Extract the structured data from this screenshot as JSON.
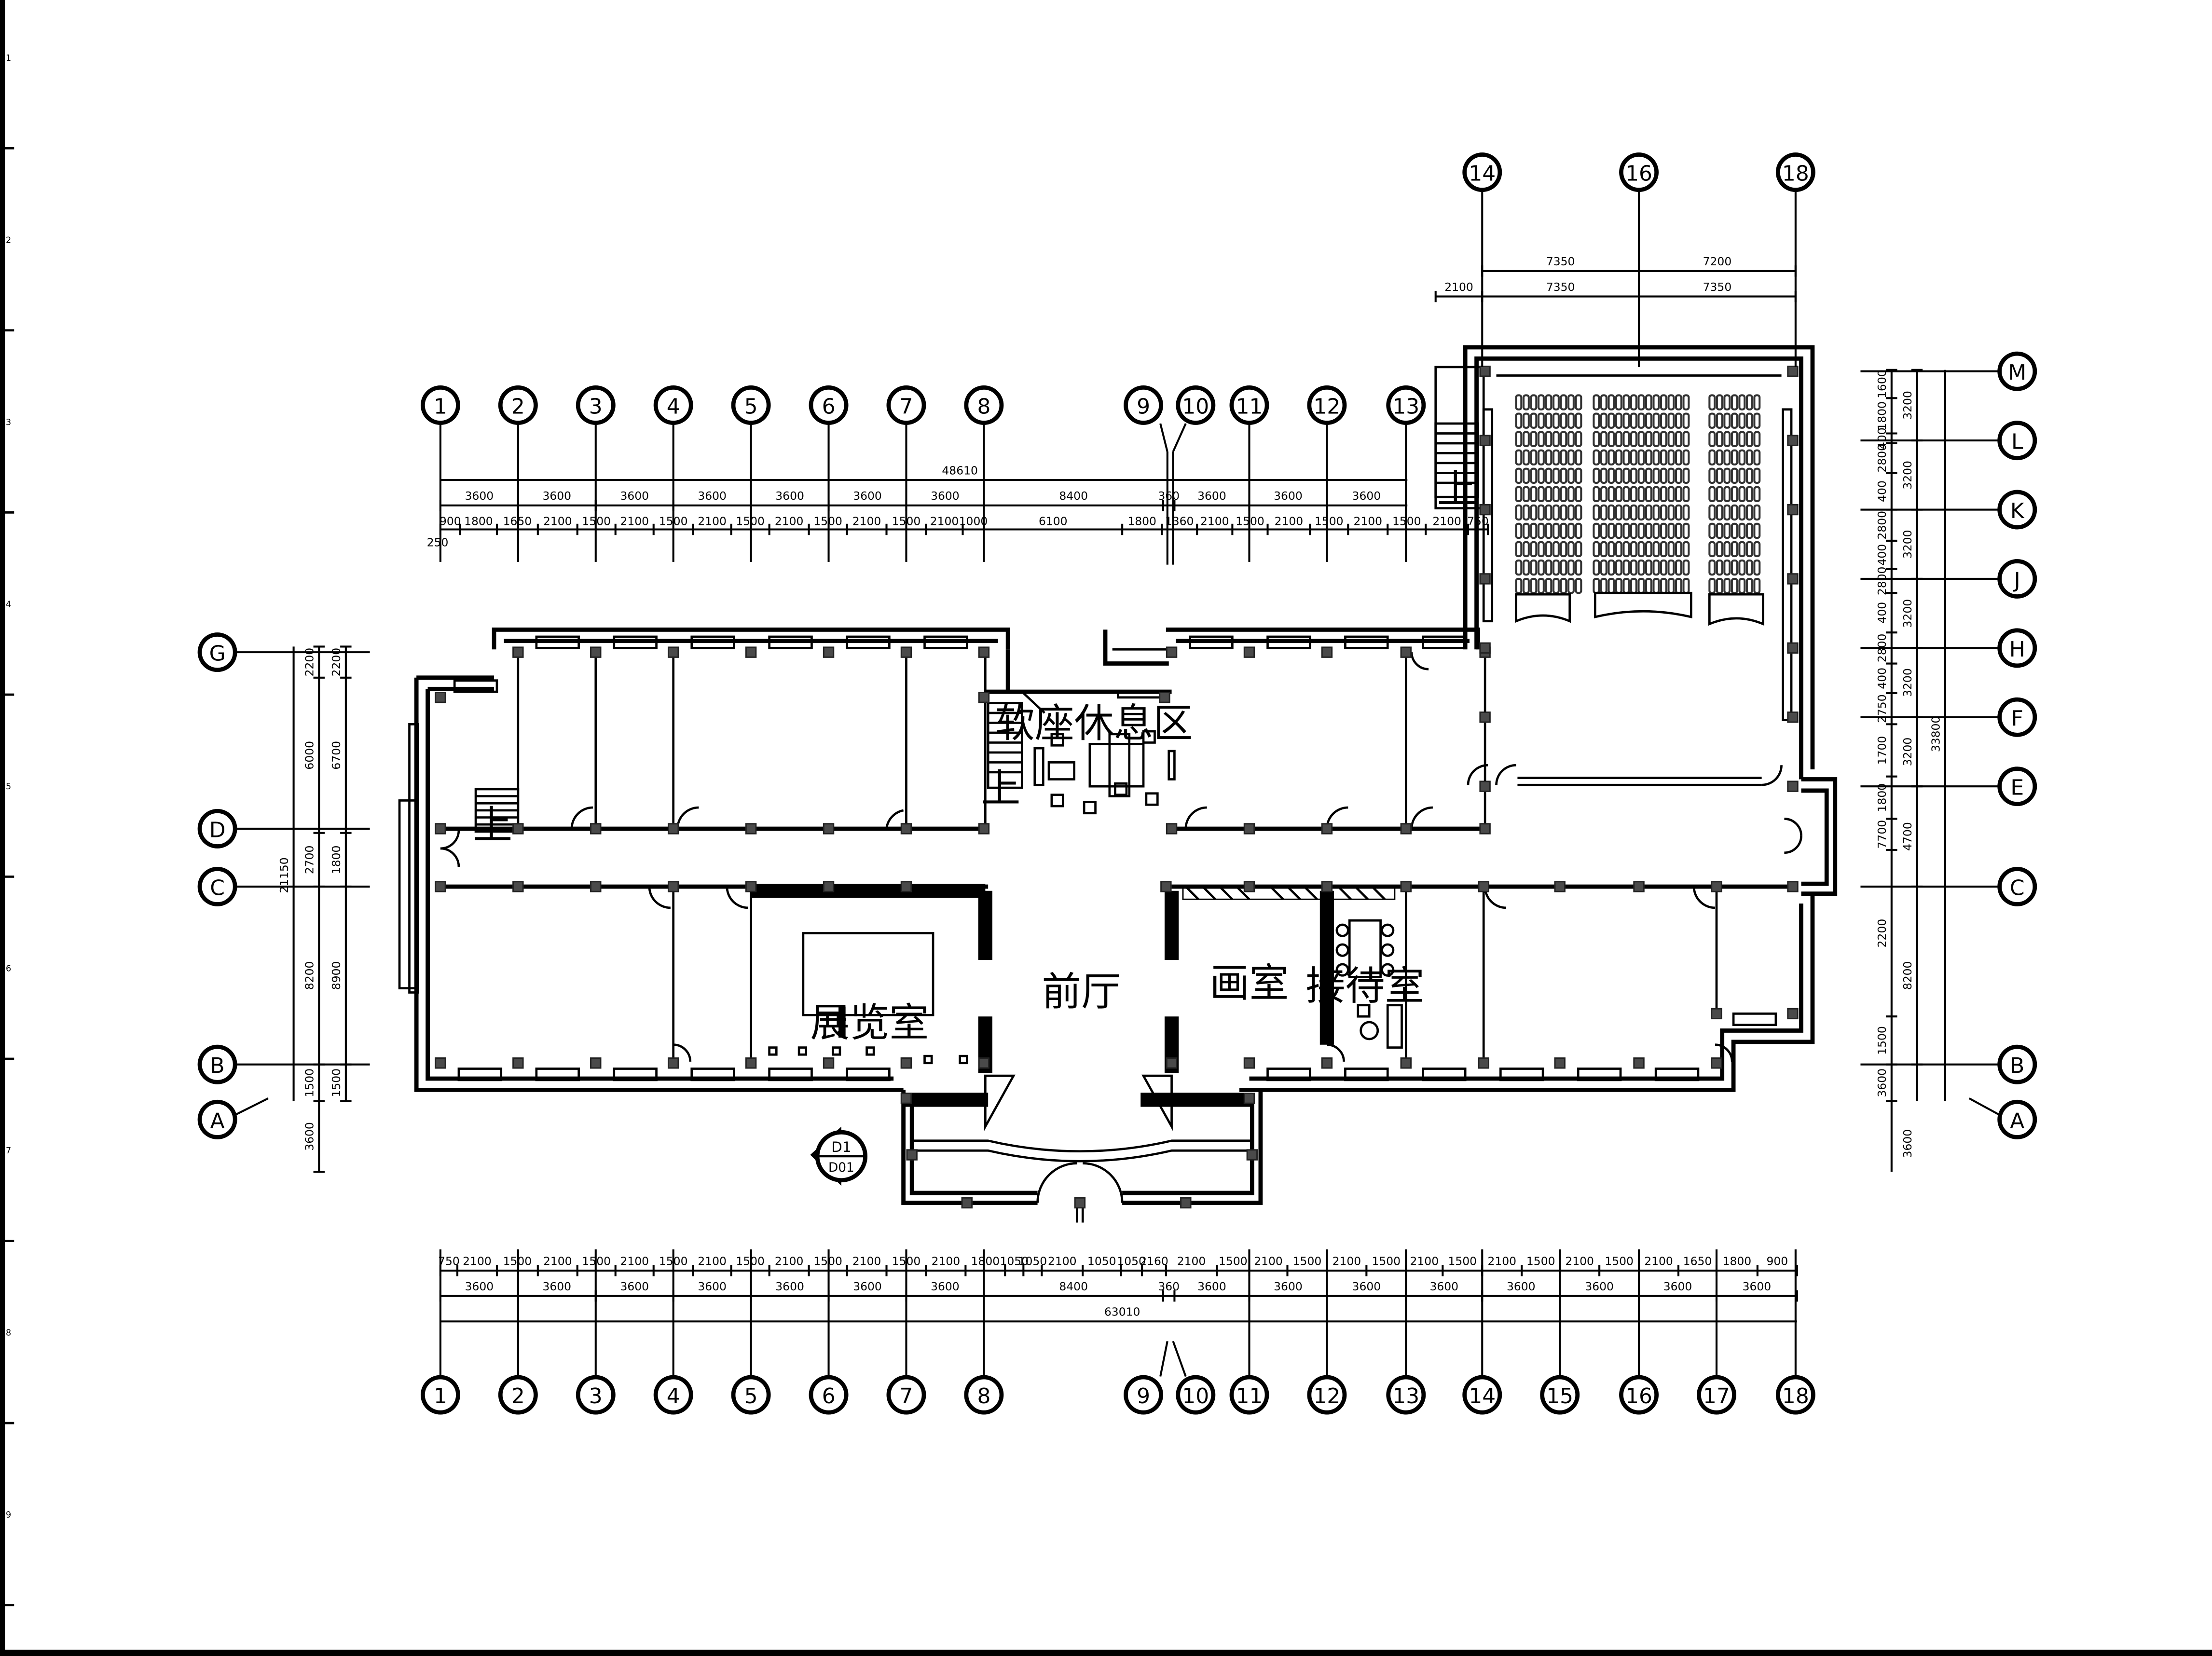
{
  "axes_top": [
    "1",
    "2",
    "3",
    "4",
    "5",
    "6",
    "7",
    "8",
    "9",
    "10",
    "11",
    "12",
    "13"
  ],
  "axes_top_right": [
    "14",
    "16",
    "18"
  ],
  "axes_bottom": [
    "1",
    "2",
    "3",
    "4",
    "5",
    "6",
    "7",
    "8",
    "9",
    "10",
    "11",
    "12",
    "13",
    "14",
    "15",
    "16",
    "17",
    "18"
  ],
  "axes_left": [
    "G",
    "D",
    "C",
    "B",
    "A"
  ],
  "axes_right": [
    "M",
    "L",
    "K",
    "J",
    "H",
    "F",
    "E",
    "C",
    "B",
    "A"
  ],
  "dims": {
    "top_total": "48610",
    "top_main": [
      "3600",
      "3600",
      "3600",
      "3600",
      "3600",
      "3600",
      "3600",
      "8400",
      "360",
      "3600",
      "3600",
      "3600"
    ],
    "top_detail": [
      "900",
      "1800",
      "1650",
      "2100",
      "1500",
      "2100",
      "1500",
      "2100",
      "1500",
      "2100",
      "1500",
      "2100",
      "1500",
      "2100",
      "1000",
      "6100",
      "1800",
      "1360",
      "2100",
      "1500",
      "2100",
      "1500",
      "2100",
      "1500",
      "2100",
      "750"
    ],
    "top_small": "250",
    "top_right_row1": [
      "7350",
      "7200"
    ],
    "top_right_row2": [
      "2100",
      "7350",
      "7350"
    ],
    "bottom_detail": [
      "750",
      "2100",
      "1500",
      "2100",
      "1500",
      "2100",
      "1500",
      "2100",
      "1500",
      "2100",
      "1500",
      "2100",
      "1500",
      "2100",
      "1800",
      "1050",
      "1050",
      "2100",
      "1050",
      "1050",
      "2160",
      "2100",
      "1500",
      "2100",
      "1500",
      "2100",
      "1500",
      "2100",
      "1500",
      "2100",
      "1500",
      "2100",
      "1500",
      "2100",
      "1650",
      "1800",
      "900"
    ],
    "bottom_main": [
      "3600",
      "3600",
      "3600",
      "3600",
      "3600",
      "3600",
      "3600",
      "8400",
      "360",
      "3600",
      "3600",
      "3600",
      "3600",
      "3600",
      "3600",
      "3600",
      "3600"
    ],
    "bottom_total": "63010",
    "left_outer": [
      "2200",
      "6000",
      "2700",
      "8200",
      "1500",
      "3600"
    ],
    "left_inner": [
      "2200",
      "6700",
      "1800",
      "8900",
      "1500"
    ],
    "left_total": "21150",
    "right_a": [
      "1600",
      "1800",
      "400",
      "2800",
      "400",
      "2800",
      "400",
      "2800",
      "400",
      "2800",
      "400",
      "2750",
      "1700",
      "1800",
      "7700",
      "2200",
      "1500",
      "3600"
    ],
    "right_b": [
      "3200",
      "3200",
      "3200",
      "3200",
      "3200",
      "3200",
      "4700",
      "8200"
    ],
    "right_total": "33800"
  },
  "rooms": {
    "lounge": "软座休息区",
    "lobby": "前厅",
    "gallery": "画室",
    "exhibit": "展览室",
    "reception": "接待室",
    "up1": "上",
    "up2": "上",
    "up3": "上"
  },
  "section_mark": {
    "top": "D1",
    "bottom": "D01"
  },
  "margin_ticks": [
    "1",
    "2",
    "3",
    "4",
    "5",
    "6",
    "7",
    "8",
    "9"
  ]
}
